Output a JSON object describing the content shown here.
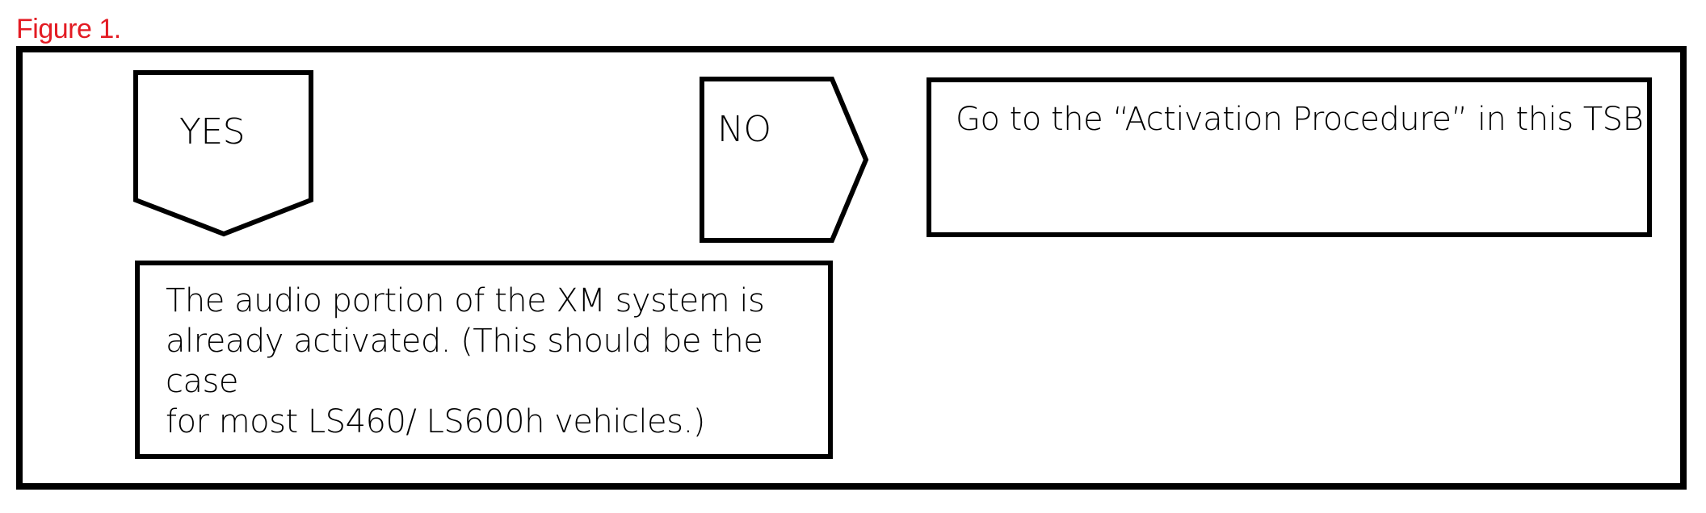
{
  "figure_label": "Figure 1.",
  "colors": {
    "label": "#e31b23",
    "stroke": "#000000",
    "background": "#ffffff"
  },
  "branches": {
    "yes": {
      "label": "YES",
      "result_lines": [
        "The audio portion of the XM system is",
        "already activated. (This should be the case",
        "for most LS460/ LS600h vehicles.)"
      ]
    },
    "no": {
      "label": "NO",
      "result": "Go to the “Activation Procedure” in this TSB."
    }
  }
}
